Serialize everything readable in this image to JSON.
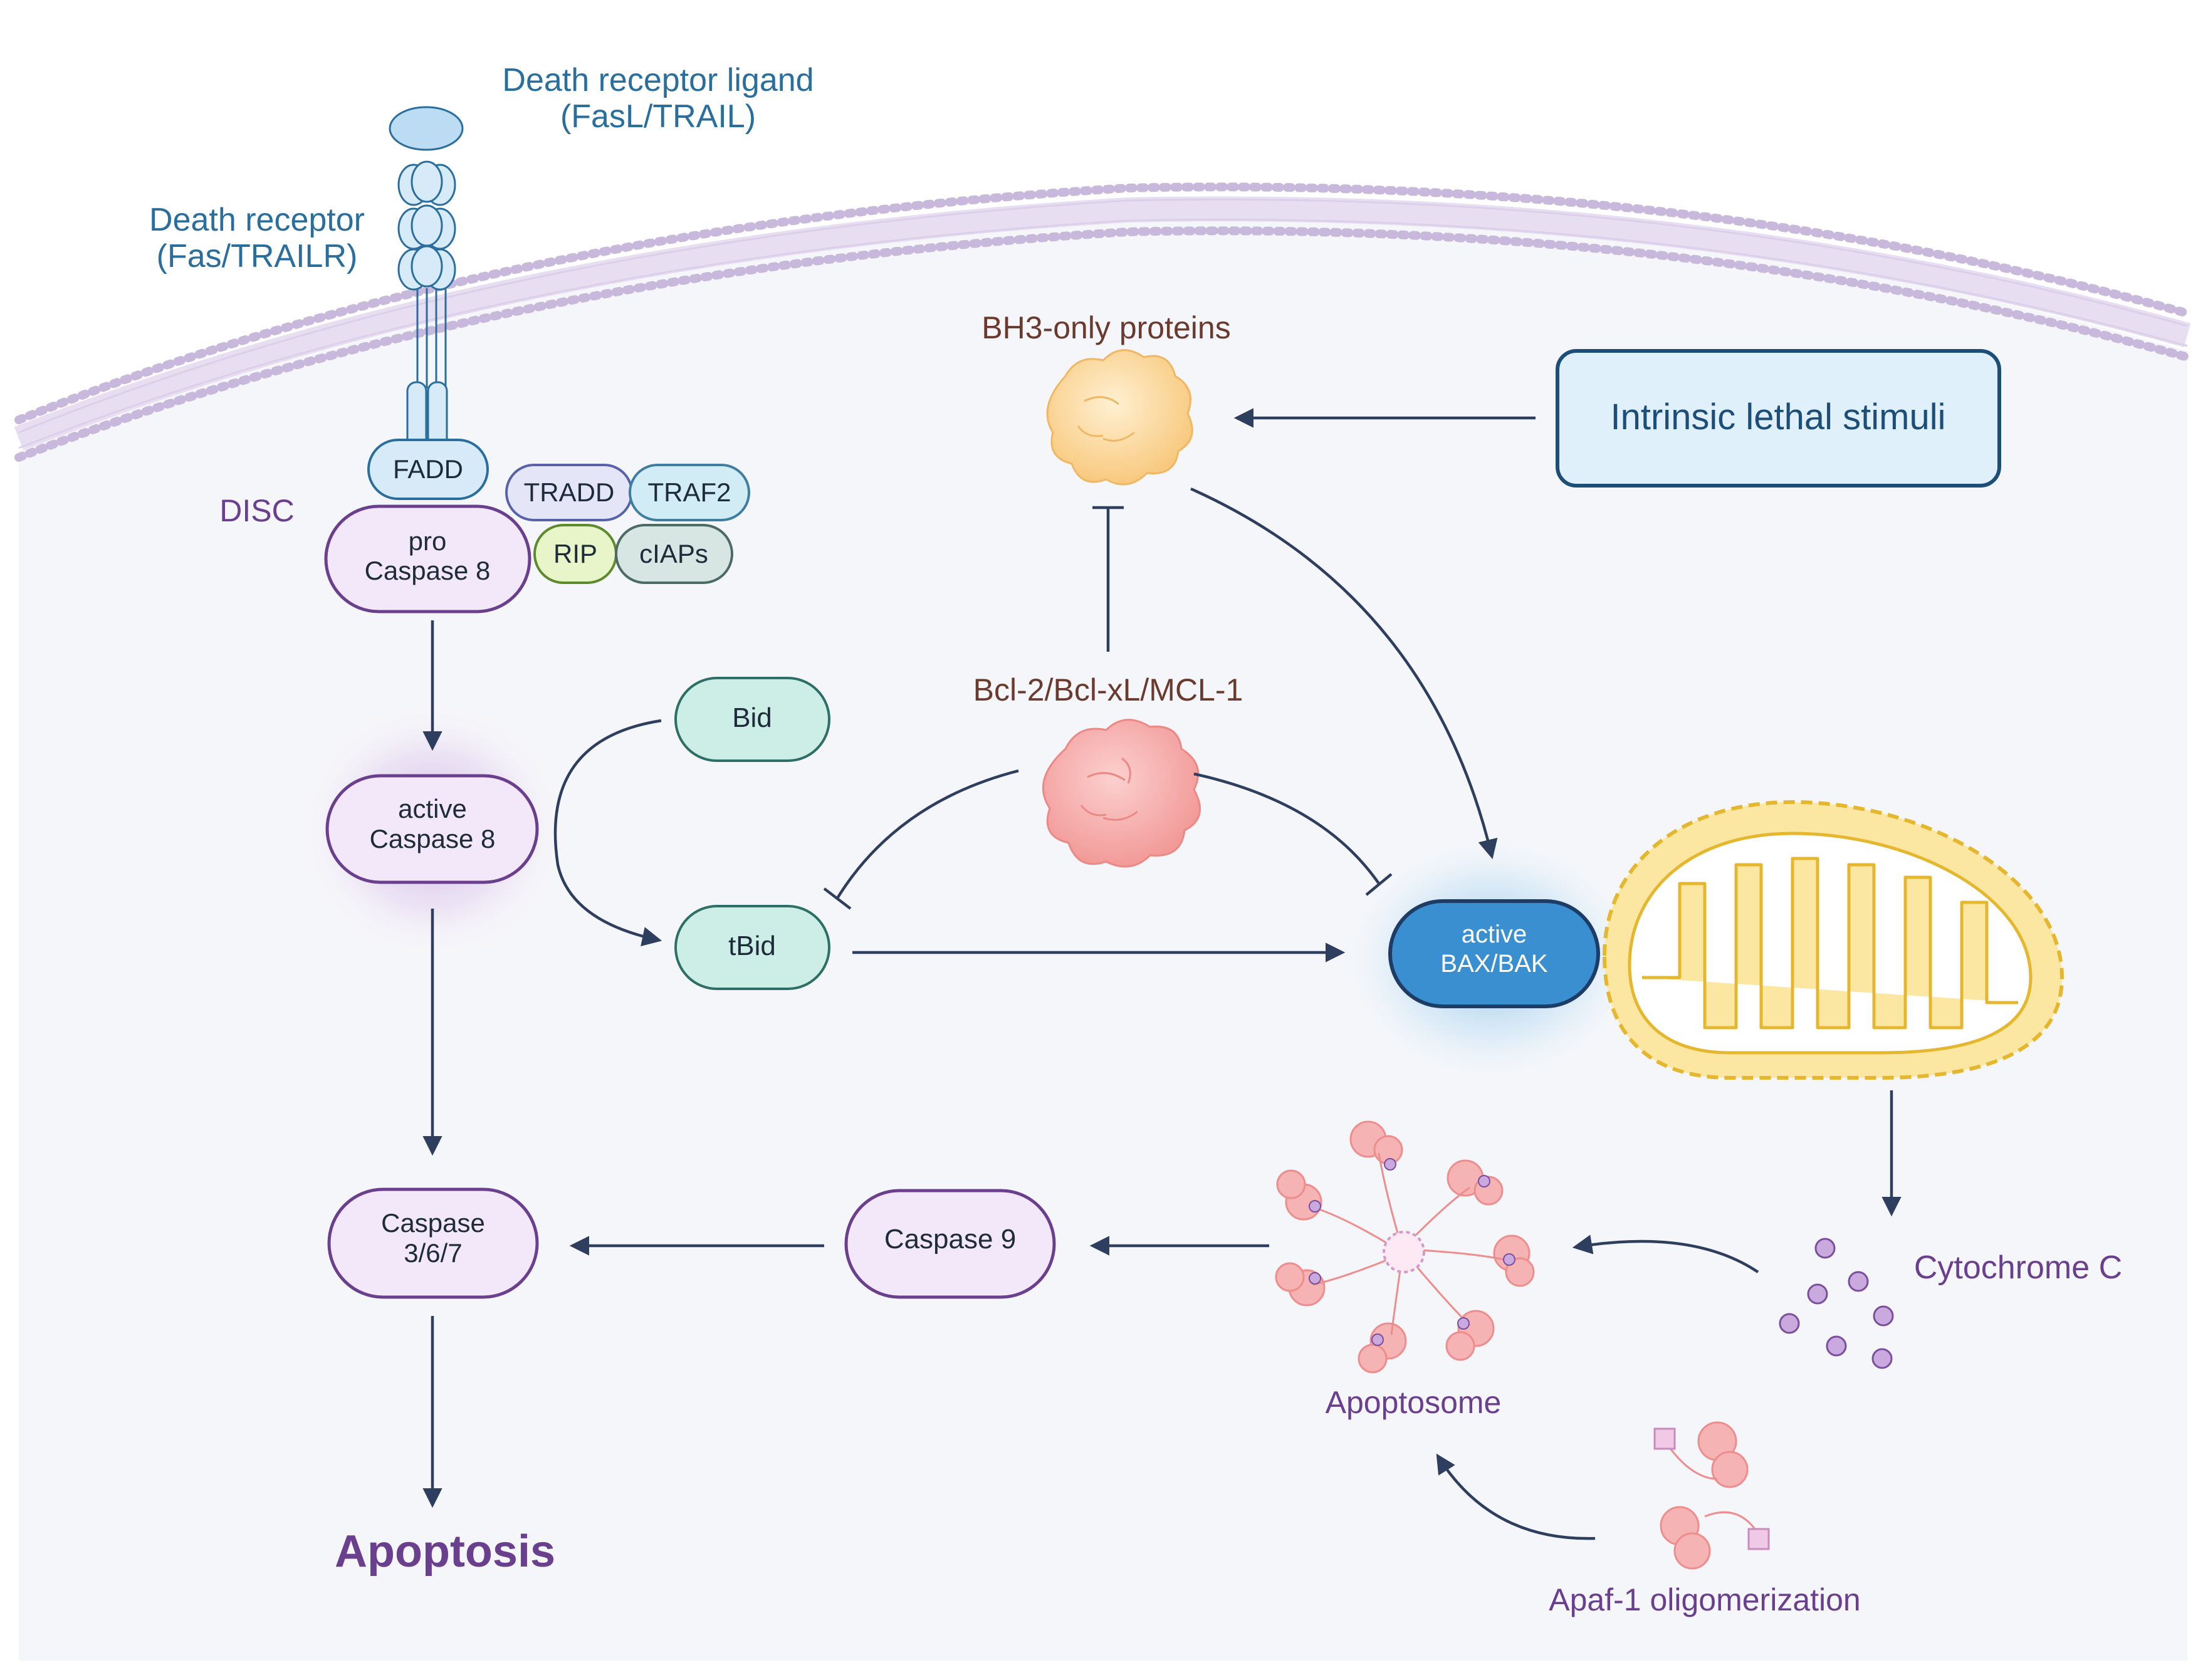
{
  "labels": {
    "ligand_line1": "Death receptor ligand",
    "ligand_line2": "(FasL/TRAIL)",
    "receptor_line1": "Death receptor",
    "receptor_line2": "(Fas/TRAILR)",
    "disc": "DISC",
    "bh3": "BH3-only proteins",
    "bcl2": "Bcl-2/Bcl-xL/MCL-1",
    "cytochrome": "Cytochrome C",
    "apoptosome": "Apoptosome",
    "apaf": "Apaf-1 oligomerization",
    "apoptosis": "Apoptosis"
  },
  "nodes": {
    "fadd": "FADD",
    "tradd": "TRADD",
    "traf2": "TRAF2",
    "rip": "RIP",
    "ciaps": "cIAPs",
    "pro_casp8_line1": "pro",
    "pro_casp8_line2": "Caspase 8",
    "active_casp8_line1": "active",
    "active_casp8_line2": "Caspase 8",
    "bid": "Bid",
    "tbid": "tBid",
    "baxbak_line1": "active",
    "baxbak_line2": "BAX/BAK",
    "casp367_line1": "Caspase",
    "casp367_line2": "3/6/7",
    "casp9": "Caspase 9",
    "intrinsic": "Intrinsic lethal stimuli"
  },
  "colors": {
    "receptor_text": "#2a6e9e",
    "purple_text": "#6a3f8e",
    "brown_text": "#6b3a2e",
    "arrow": "#2e3e5e",
    "caspase_fill": "#f3e8fa",
    "caspase_stroke": "#6a3f8e",
    "bid_fill": "#cdeee6",
    "bid_stroke": "#2d6f66",
    "bax_fill": "#3a8fd0",
    "mito_fill": "#fbe7a1",
    "mito_stroke": "#e5b72e",
    "membrane": "#c8b8dc"
  }
}
